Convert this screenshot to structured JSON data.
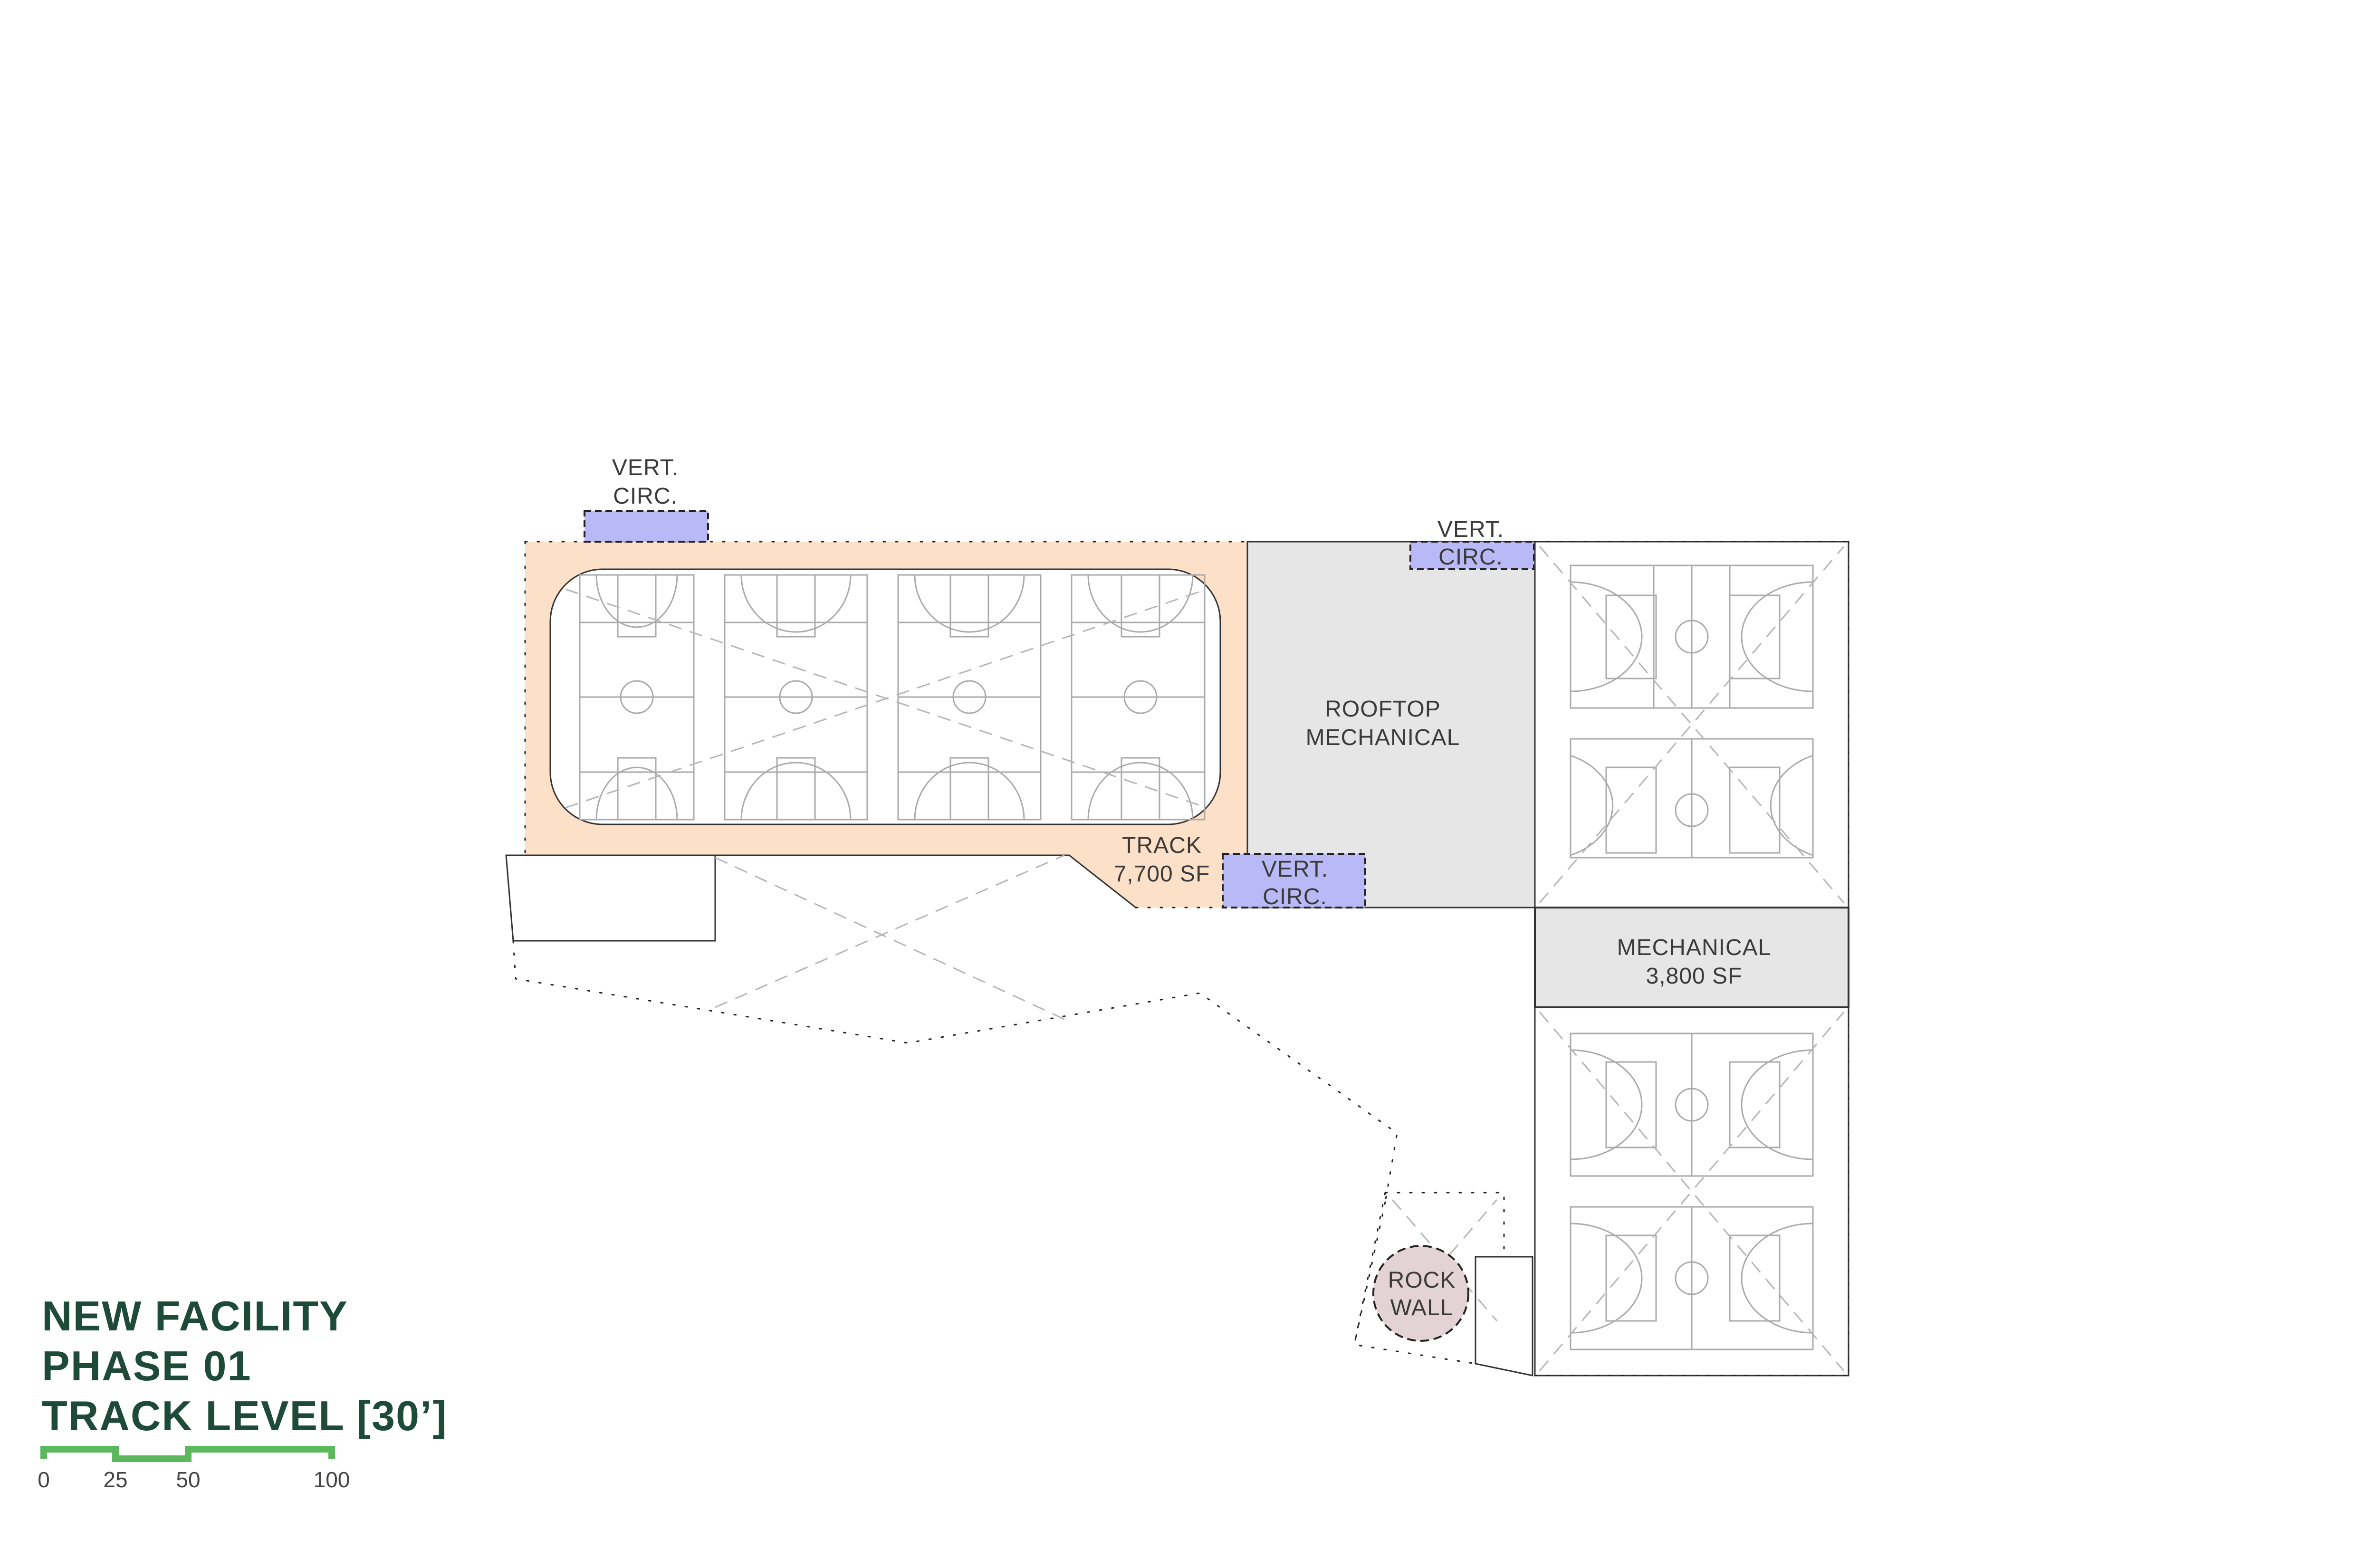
{
  "title": {
    "line1": "NEW FACILITY",
    "line2": "PHASE 01",
    "line3": "TRACK LEVEL [30’]"
  },
  "scale_bar": {
    "ticks": [
      "0",
      "25",
      "50",
      "100"
    ],
    "color": "#5cb85c"
  },
  "spaces": {
    "vert_circ_top": {
      "line1": "VERT.",
      "line2": "CIRC."
    },
    "vert_circ_right": {
      "line1": "VERT.",
      "line2": "CIRC."
    },
    "vert_circ_bottom": {
      "line1": "VERT.",
      "line2": "CIRC."
    },
    "rooftop_mech": {
      "line1": "ROOFTOP",
      "line2": "MECHANICAL"
    },
    "track": {
      "line1": "TRACK",
      "line2": "7,700 SF"
    },
    "mechanical": {
      "line1": "MECHANICAL",
      "line2": "3,800 SF"
    },
    "rock_wall": {
      "line1": "ROCK",
      "line2": "WALL"
    }
  },
  "colors": {
    "track_fill": "#fde0c8",
    "vert_circ_fill": "#b9b9f7",
    "mech_fill": "#e6e6e6",
    "rock_wall_fill": "#e3d3d6",
    "title": "#1e4a3a"
  }
}
